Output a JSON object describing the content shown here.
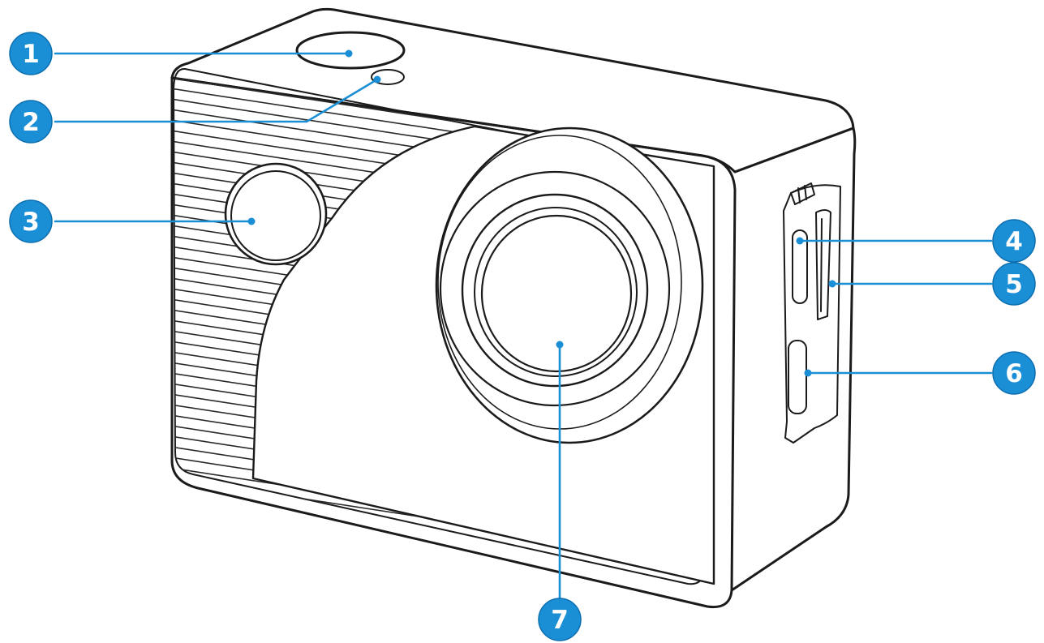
{
  "callouts": [
    {
      "number": "1"
    },
    {
      "number": "2"
    },
    {
      "number": "3"
    },
    {
      "number": "4"
    },
    {
      "number": "5"
    },
    {
      "number": "6"
    },
    {
      "number": "7"
    }
  ],
  "colors": {
    "callout": "#1a8fd6",
    "outline": "#1b1b1b",
    "background": "#ffffff"
  }
}
